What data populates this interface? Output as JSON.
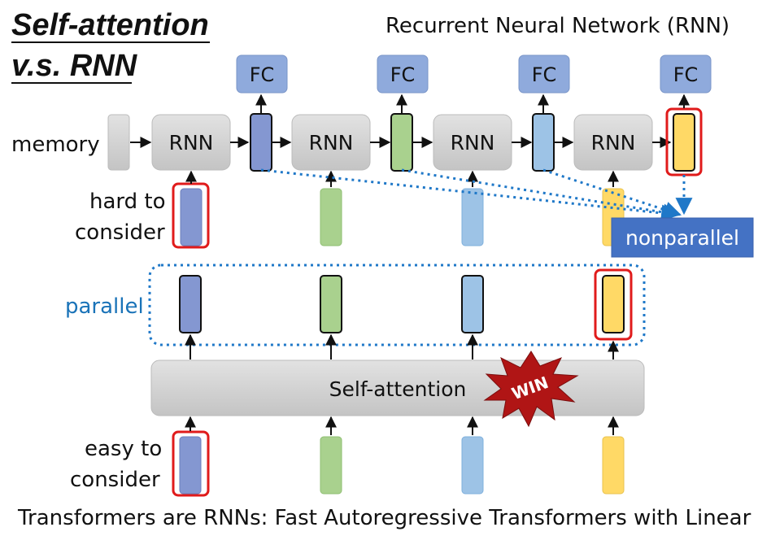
{
  "title": {
    "line1": "Self-attention",
    "line2": "v.s. RNN"
  },
  "rnn_header": "Recurrent Neural Network (RNN)",
  "labels": {
    "memory": "memory",
    "hard_line1": "hard to",
    "hard_line2": "consider",
    "parallel": "parallel",
    "easy_line1": "easy to",
    "easy_line2": "consider"
  },
  "fc_label": "FC",
  "rnn_label": "RNN",
  "self_attention_label": "Self-attention",
  "nonparallel_label": "nonparallel",
  "win_label": "WIN",
  "caption": "Transformers are RNNs: Fast Autoregressive Transformers with Linear",
  "colors": {
    "blue_dark": "#8497d1",
    "green": "#a9d18e",
    "blue_light": "#9dc3e6",
    "yellow": "#ffd966",
    "highlight": "#e01b1b",
    "dotted": "#1f78c8",
    "nonparallel_bg": "#4472c4",
    "fc_bg": "#8faadc",
    "gray_box": "#d0d0d0"
  }
}
